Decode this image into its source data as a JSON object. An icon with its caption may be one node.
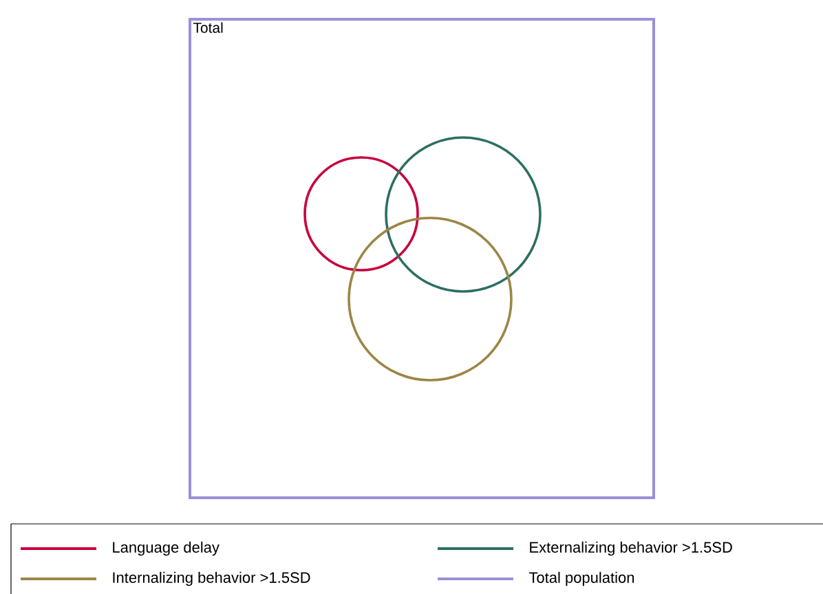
{
  "diagram": {
    "nodes": [
      {
        "text": [
          "Total"
        ]
      },
      {
        "text": [],
        "shape": "circle",
        "in": 0
      },
      {
        "text": [],
        "shape": "circle",
        "in": 0
      },
      {
        "text": [],
        "shape": "circle",
        "in": 0
      }
    ],
    "legend": [
      {
        "text": "Language delay"
      },
      {
        "text": "Externalizing behavior >1.5SD"
      },
      {
        "text": "Internalizing behavior >1.5SD"
      },
      {
        "text": "Total population"
      }
    ]
  }
}
